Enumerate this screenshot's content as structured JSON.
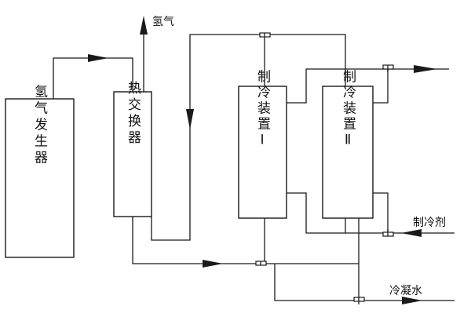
{
  "boxes": {
    "generator": "氢气发生器",
    "heat_exchanger": "热交换器",
    "refrig_1": "制冷装置Ⅰ",
    "refrig_2": "制冷装置Ⅱ"
  },
  "labels": {
    "hydrogen_out": "氢气",
    "refrigerant": "制冷剂",
    "condensate": "冷凝水"
  }
}
